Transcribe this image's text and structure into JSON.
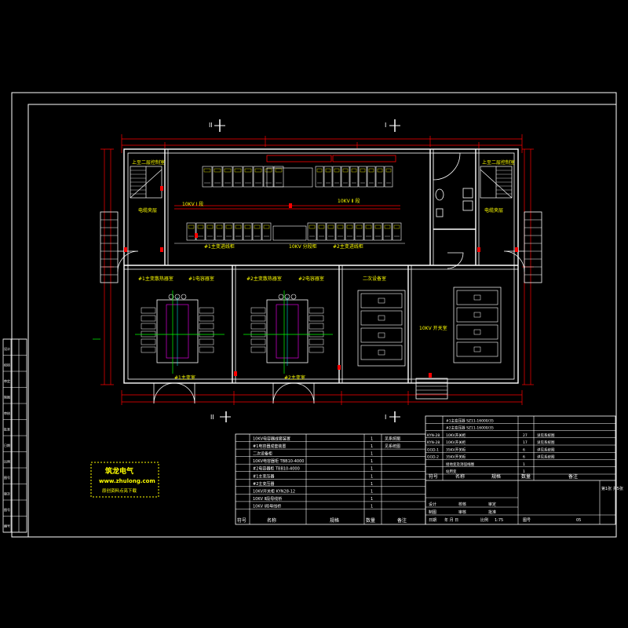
{
  "colors": {
    "background": "#000000",
    "frame": "#ffffff",
    "wall": "#ffffff",
    "dimension": "#ff0000",
    "equipment": "#ffffff",
    "label": "#ffff00",
    "grid": "#00ff00",
    "accent": "#ff00ff",
    "cyan": "#00ffff",
    "logo": "#ffff00"
  },
  "axis_labels": {
    "section_ii_top": "II",
    "section_i_top": "I",
    "section_ii_bottom": "II",
    "section_i_bottom": "I"
  },
  "rooms": {
    "stair_left": "上至二层控制室",
    "stair_right": "上至二层控制室",
    "corridor_left": "电缆夹层",
    "corridor_right": "电缆夹层",
    "bus_i": "10KV Ⅰ 段",
    "bus_ii": "10KV Ⅱ 段",
    "transformer_1": "#1主变室",
    "transformer_2": "#2主变室",
    "trans_hall_1": "#1主变散热器室",
    "trans_hall_2": "#2主变散热器室",
    "switch_room": "10KV 开关室",
    "secondary": "二次设备室",
    "cap_room_1": "#1电容器室",
    "cap_room_2": "#2电容器室",
    "main_bay_1": "#1主变进线柜",
    "main_bay_2": "#2主变进线柜",
    "bus_tie": "10KV 分段柜"
  },
  "title_block": {
    "rows": [
      {
        "no": "",
        "name": "#1主变压器 SZ11-16000/35",
        "qty": "",
        "note": ""
      },
      {
        "no": "",
        "name": "#2主变压器 SZ11-16000/35",
        "qty": "",
        "note": ""
      },
      {
        "no": "KYN-28",
        "name": "10KV开关柜",
        "qty": "27",
        "note": "详见系统图"
      },
      {
        "no": "KYN-28",
        "name": "10KV开关柜",
        "qty": "17",
        "note": "详见系统图"
      },
      {
        "no": "GGD-1",
        "name": "35KV开关柜",
        "qty": "6",
        "note": "详见系统图"
      },
      {
        "no": "GGD-2",
        "name": "35KV开关柜",
        "qty": "6",
        "note": "详见系统图"
      },
      {
        "no": "",
        "name": "接地变及消弧线圈",
        "qty": "1",
        "note": ""
      },
      {
        "no": "",
        "name": "站用变",
        "qty": "1",
        "note": ""
      }
    ],
    "header": {
      "no": "符号",
      "name": "名称",
      "spec": "规格",
      "qty": "数量",
      "note": "备注"
    },
    "designer_row": [
      "设计",
      "校核",
      "审定"
    ],
    "check_row": [
      "制图",
      "审核",
      "批准"
    ],
    "date_row": [
      "日期",
      "年 月 日",
      "比例",
      "1:75",
      "图号",
      "05"
    ],
    "sheet": "第1张 共5张"
  },
  "left_list": {
    "rows": [
      {
        "name": "10KV电容器成套装置",
        "qty": "1",
        "note": "见系统图"
      },
      {
        "name": "#1电容器成套装置",
        "qty": "1",
        "note": "见系统图"
      },
      {
        "name": "二次设备柜",
        "qty": "1",
        "note": ""
      },
      {
        "name": "10KV电容器柜 TBB10-4000",
        "qty": "1",
        "note": ""
      },
      {
        "name": "#2电容器柜 TBB10-4000",
        "qty": "1",
        "note": ""
      },
      {
        "name": "#1主变压器",
        "qty": "1",
        "note": ""
      },
      {
        "name": "#2主变压器",
        "qty": "1",
        "note": ""
      },
      {
        "name": "10KV开关柜 KYN28-12",
        "qty": "1",
        "note": ""
      },
      {
        "name": "10KV Ⅱ段母线桥",
        "qty": "1",
        "note": ""
      },
      {
        "name": "10KV Ⅰ段母线桥",
        "qty": "1",
        "note": ""
      }
    ],
    "header": {
      "no": "符号",
      "name": "名称",
      "spec": "规格",
      "qty": "数量",
      "note": "备注"
    }
  },
  "side_column": [
    "设计",
    "校核",
    "审定",
    "制图",
    "审核",
    "批准",
    "日期",
    "比例",
    "图号",
    "版次",
    "图号",
    "编号"
  ],
  "logo": {
    "title": "筑龙电气",
    "url": "www.zhulong.com",
    "slogan": "原创资料点亮下载"
  }
}
